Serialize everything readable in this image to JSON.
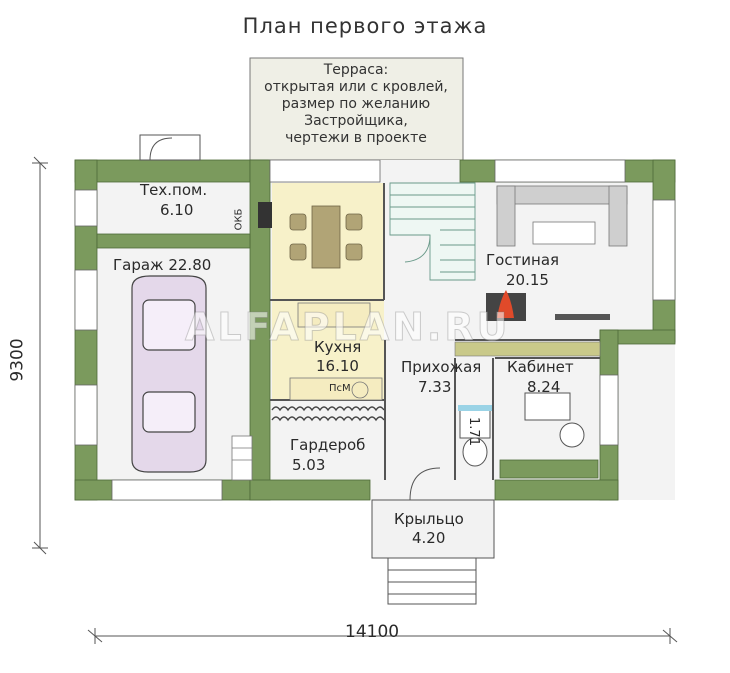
{
  "title": "План первого этажа",
  "terrace_note": [
    "Терраса:",
    "открытая или с кровлей,",
    "размер по желанию",
    "Застройщика,",
    "чертежи в проекте"
  ],
  "rooms": [
    {
      "name": "Тех.пом.",
      "area": "6.10"
    },
    {
      "name": "Гараж",
      "area": "22.80"
    },
    {
      "name": "Кухня",
      "area": "16.10"
    },
    {
      "name": "Гостиная",
      "area": "20.15"
    },
    {
      "name": "Прихожая",
      "area": "7.33"
    },
    {
      "name": "Кабинет",
      "area": "8.24"
    },
    {
      "name": "Гардероб",
      "area": "5.03"
    },
    {
      "name": "Крыльцо",
      "area": "4.20"
    }
  ],
  "bath_area": "1.71",
  "garage_label": "Гараж 22.80",
  "fixtures": {
    "ps_m": "ПсМ",
    "okb": "ОКБ"
  },
  "dimensions": {
    "width": "14100",
    "height": "9300"
  },
  "watermark": "ALFAPLAN.RU",
  "colors": {
    "wall": "#7b9a5d",
    "kitchen": "#f6f0c6",
    "interior": "#f2f2f2",
    "terrace": "#f0efe8",
    "line": "#555555"
  }
}
